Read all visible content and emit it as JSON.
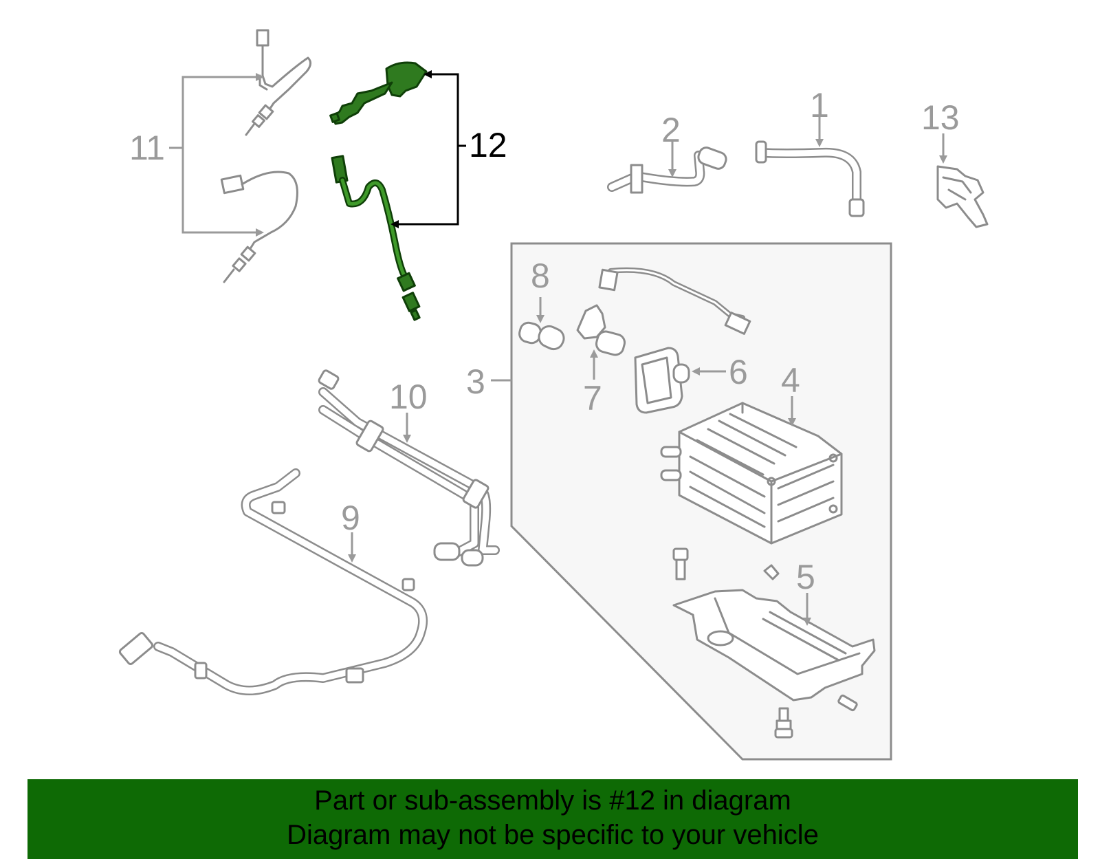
{
  "callouts": {
    "c1": "1",
    "c2": "2",
    "c3": "3",
    "c4": "4",
    "c5": "5",
    "c6": "6",
    "c7": "7",
    "c8": "8",
    "c9": "9",
    "c10": "10",
    "c11": "11",
    "c12": "12",
    "c13": "13"
  },
  "highlight_part": "12",
  "colors": {
    "highlight": "#2f7a1f",
    "banner": "#0e6a05",
    "line_art": "#8c8c8c"
  },
  "banner": {
    "line1": "Part or sub-assembly is #12 in diagram",
    "line2": "Diagram may not be specific to your vehicle"
  }
}
